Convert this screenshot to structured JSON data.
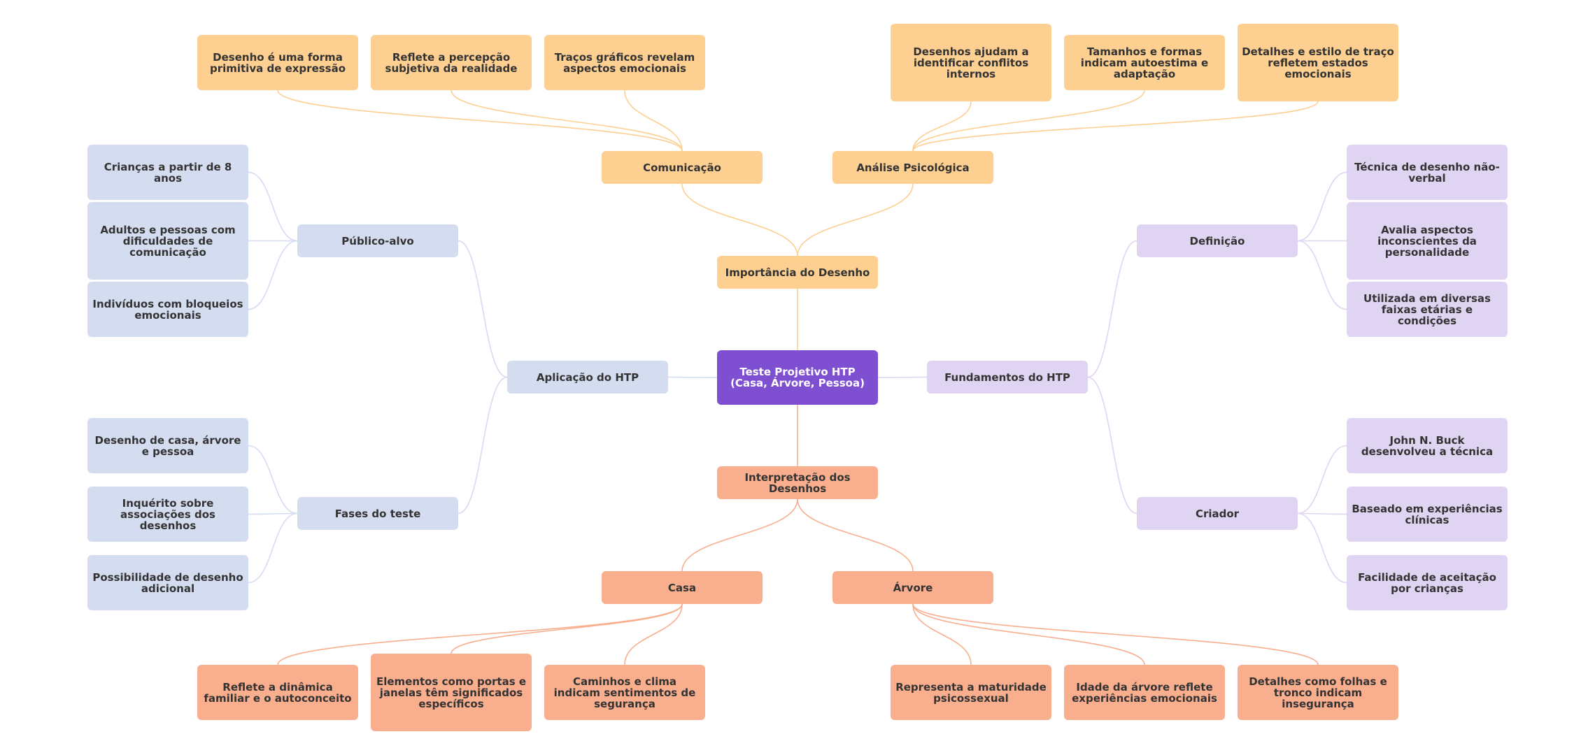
{
  "colors": {
    "root": "#7f4fd1",
    "importancia": "#fdcf91",
    "interpretacao": "#f9ae8e",
    "aplicacao": "#d4dcf0",
    "fundamentos": "#dfd5f2",
    "edge_orange": "#fdcf91",
    "edge_salmon": "#f9ae8e",
    "edge_blue": "#d4dcf0",
    "edge_purple": "#dfd5f2"
  },
  "root": {
    "label": "Teste Projetivo HTP (Casa, Árvore, Pessoa)"
  },
  "importancia": {
    "label": "Importância do Desenho",
    "comunicacao": {
      "label": "Comunicação",
      "items": [
        "Desenho é uma forma primitiva de expressão",
        "Reflete a percepção subjetiva da realidade",
        "Traços gráficos revelam aspectos emocionais"
      ]
    },
    "analise": {
      "label": "Análise Psicológica",
      "items": [
        "Desenhos ajudam a identificar conflitos internos",
        "Tamanhos e formas indicam autoestima e adaptação",
        "Detalhes e estilo de traço refletem estados emocionais"
      ]
    }
  },
  "interpretacao": {
    "label": "Interpretação dos Desenhos",
    "casa": {
      "label": "Casa",
      "items": [
        "Reflete a dinâmica familiar e o autoconceito",
        "Elementos como portas e janelas têm significados específicos",
        "Caminhos e clima indicam sentimentos de segurança"
      ]
    },
    "arvore": {
      "label": "Árvore",
      "items": [
        "Representa a maturidade psicossexual",
        "Idade da árvore reflete experiências emocionais",
        "Detalhes como folhas e tronco indicam insegurança"
      ]
    }
  },
  "aplicacao": {
    "label": "Aplicação do HTP",
    "publico": {
      "label": "Público-alvo",
      "items": [
        "Crianças a partir de 8 anos",
        "Adultos e pessoas com dificuldades de comunicação",
        "Indivíduos com bloqueios emocionais"
      ]
    },
    "fases": {
      "label": "Fases do teste",
      "items": [
        "Desenho de casa, árvore e pessoa",
        "Inquérito sobre associações dos desenhos",
        "Possibilidade de desenho adicional"
      ]
    }
  },
  "fundamentos": {
    "label": "Fundamentos do HTP",
    "definicao": {
      "label": "Definição",
      "items": [
        "Técnica de desenho não-verbal",
        "Avalia aspectos inconscientes da personalidade",
        "Utilizada em diversas faixas etárias e condições"
      ]
    },
    "criador": {
      "label": "Criador",
      "items": [
        "John N. Buck desenvolveu a técnica",
        "Baseado em experiências clínicas",
        "Facilidade de aceitação por crianças"
      ]
    }
  }
}
